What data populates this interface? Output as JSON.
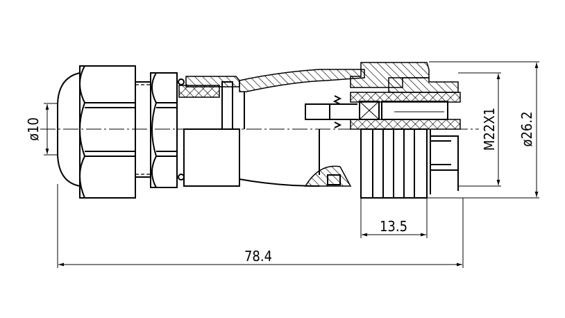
{
  "drawing": {
    "dimensions": {
      "cable_diameter": "ø10",
      "thread": "M22X1",
      "outer_diameter": "ø26.2",
      "coupling_length": "13.5",
      "overall_length": "78.4"
    },
    "colors": {
      "line": "#000000",
      "background": "#ffffff"
    }
  }
}
